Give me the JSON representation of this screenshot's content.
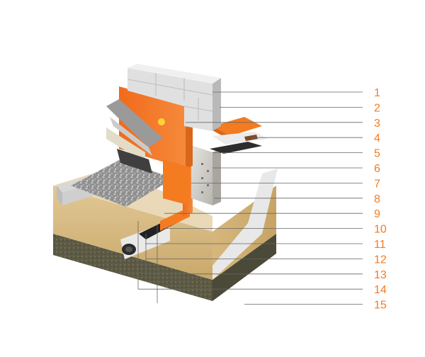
{
  "diagram": {
    "accent_color": "#f47b20",
    "leader_color": "#666666",
    "callouts": [
      {
        "number": "1"
      },
      {
        "number": "2"
      },
      {
        "number": "3"
      },
      {
        "number": "4"
      },
      {
        "number": "5"
      },
      {
        "number": "6"
      },
      {
        "number": "7"
      },
      {
        "number": "8"
      },
      {
        "number": "9"
      },
      {
        "number": "10"
      },
      {
        "number": "11"
      },
      {
        "number": "12"
      },
      {
        "number": "13"
      },
      {
        "number": "14"
      },
      {
        "number": "15"
      }
    ]
  }
}
